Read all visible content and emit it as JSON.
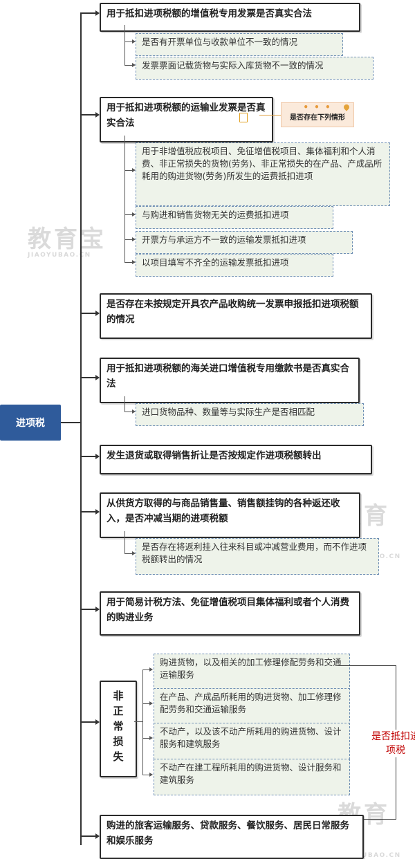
{
  "root": "进项税",
  "branches": [
    {
      "label": "用于抵扣进项税额的增值税专用发票是否真实合法",
      "subs": [
        "是否有开票单位与收款单位不一致的情况",
        "发票票面记载货物与实际入库货物不一致的情况"
      ]
    },
    {
      "label": "用于抵扣进项税额的运输业发票是否真实合法",
      "note": "是否存在下列情形",
      "subs": [
        "用于非增值税应税项目、免征增值税项目、集体福利和个人消费、非正常损失的货物(劳务)、非正常损失的在产品、产成品所耗用的购进货物(劳务)所发生的运费抵扣进项",
        "与购进和销售货物无关的运费抵扣进项",
        "开票方与承运方不一致的运输发票抵扣进项",
        "以项目填写不齐全的运输发票抵扣进项"
      ]
    },
    {
      "label": "是否存在未按规定开具农产品收购统一发票申报抵扣进项税额的情况"
    },
    {
      "label": "用于抵扣进项税额的海关进口增值税专用缴款书是否真实合法",
      "subs": [
        "进口货物品种、数量等与实际生产是否相匹配"
      ]
    },
    {
      "label": "发生退货或取得销售折让是否按规定作进项税额转出"
    },
    {
      "label": "从供货方取得的与商品销售量、销售额挂钩的各种返还收入，是否冲减当期的进项税额",
      "subs": [
        "是否存在将返利挂入往来科目或冲减营业费用，而不作进项税额转出的情况"
      ]
    },
    {
      "label": "用于简易计税方法、免征增值税项目集体福利或者个人消费的购进业务"
    },
    {
      "label": "非正常损失",
      "subs": [
        "购进货物，以及相关的加工修理修配劳务和交通运输服务",
        "在产品、产成品所耗用的购进货物、加工修理修配劳务和交通运输服务",
        "不动产，以及该不动产所耗用的购进货物、设计服务和建筑服务",
        "不动产在建工程所耗用的购进货物、设计服务和建筑服务"
      ]
    },
    {
      "label": "购进的旅客运输服务、贷款服务、餐饮服务、居民日常服务和娱乐服务"
    }
  ],
  "side_label": "是否抵扣进项税",
  "watermark": {
    "cn": "教育宝",
    "en": "JIAOYUBAO.CN"
  }
}
